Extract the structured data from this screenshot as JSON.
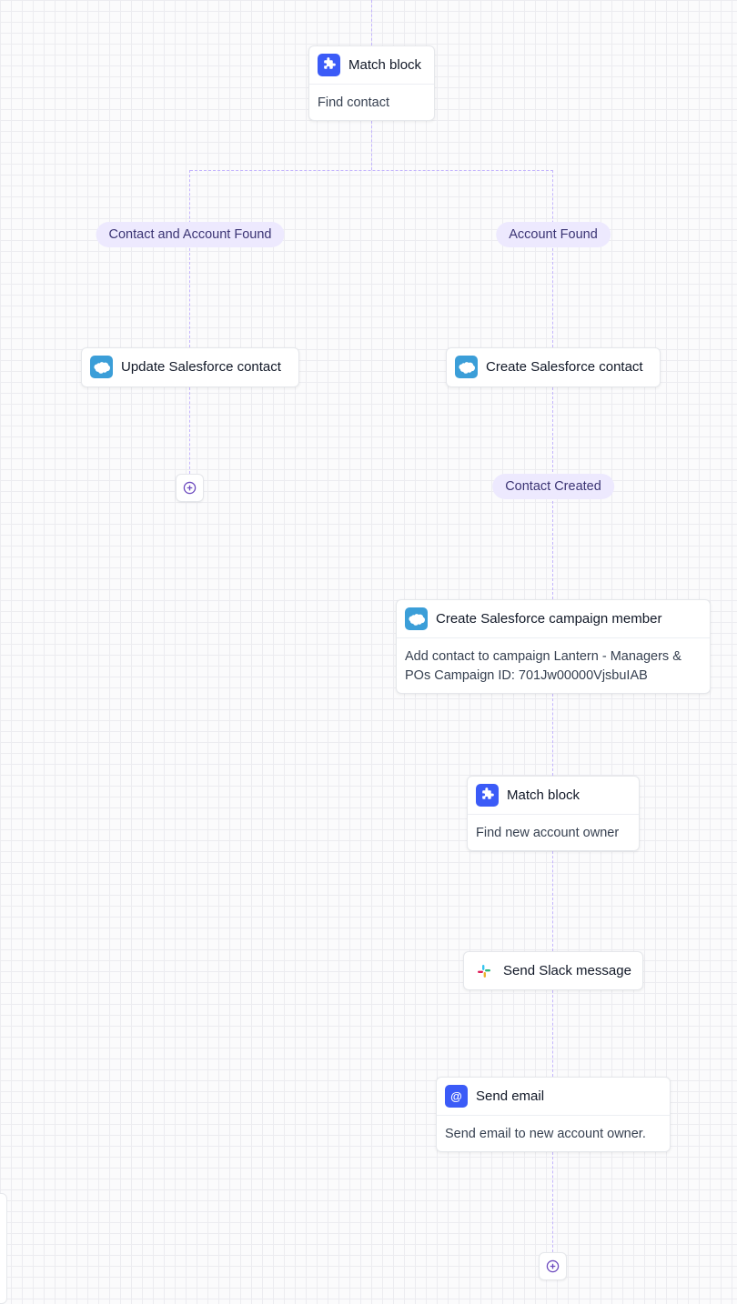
{
  "workflow": {
    "match_block_1": {
      "title": "Match block",
      "description": "Find contact",
      "icon": "puzzle-icon"
    },
    "branch_left_label": "Contact and Account Found",
    "branch_right_label": "Account Found",
    "update_contact": {
      "title": "Update Salesforce contact",
      "icon": "salesforce-icon"
    },
    "create_contact": {
      "title": "Create Salesforce contact",
      "icon": "salesforce-icon"
    },
    "contact_created_label": "Contact Created",
    "campaign_member": {
      "title": "Create Salesforce campaign member",
      "description": "Add contact to campaign Lantern - Managers & POs Campaign ID: 701Jw00000VjsbuIAB",
      "icon": "salesforce-icon"
    },
    "match_block_2": {
      "title": "Match block",
      "description": "Find new account owner",
      "icon": "puzzle-icon"
    },
    "slack_message": {
      "title": "Send Slack message",
      "icon": "slack-icon"
    },
    "send_email": {
      "title": "Send email",
      "description": "Send email to new account owner.",
      "icon": "at-sign-icon"
    },
    "add_step_icon": "plus-circle-icon"
  },
  "colors": {
    "connector": "#c4b5fd",
    "pill_background": "#ede9fe",
    "pill_text": "#3b3474",
    "match_icon": "#3b5bf7",
    "salesforce_icon": "#3b9ed8"
  }
}
